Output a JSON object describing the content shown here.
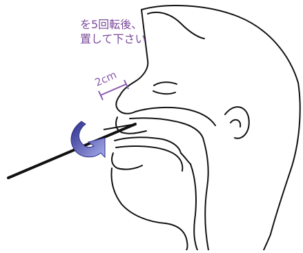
{
  "instruction": {
    "line1": "を5回転後、",
    "line2": "置して下さい"
  },
  "measurement": {
    "label": "2cm"
  },
  "colors": {
    "text": "#7b4a9b",
    "arrow_dark": "#2c2d8a",
    "arrow_light": "#9aa0e0",
    "line": "#111111"
  }
}
